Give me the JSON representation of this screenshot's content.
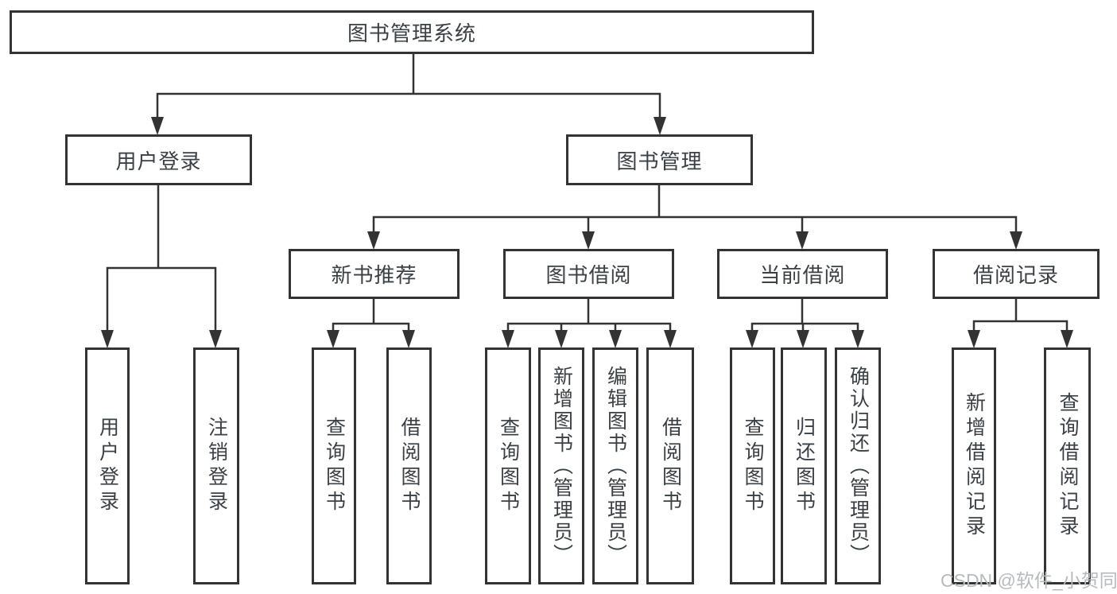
{
  "diagram": {
    "type": "tree-structure-chart",
    "title": "图书管理系统",
    "nodes": {
      "root": "图书管理系统",
      "user_login": "用户登录",
      "book_mgmt": "图书管理",
      "new_book_rec": "新书推荐",
      "book_borrow": "图书借阅",
      "current_borrow": "当前借阅",
      "borrow_records": "借阅记录",
      "leaf_user_login": "用户登录",
      "leaf_logout": "注销登录",
      "leaf_query_book_1": "查询图书",
      "leaf_borrow_book_1": "借阅图书",
      "leaf_query_book_2": "查询图书",
      "leaf_add_book": "新增图书（管理员）",
      "leaf_edit_book": "编辑图书（管理员）",
      "leaf_borrow_book_2": "借阅图书",
      "leaf_query_book_3": "查询图书",
      "leaf_return_book": "归还图书",
      "leaf_confirm_return": "确认归还（管理员）",
      "leaf_add_record": "新增借阅记录",
      "leaf_query_record": "查询借阅记录"
    },
    "hierarchy": {
      "图书管理系统": {
        "用户登录": [
          "用户登录",
          "注销登录"
        ],
        "图书管理": {
          "新书推荐": [
            "查询图书",
            "借阅图书"
          ],
          "图书借阅": [
            "查询图书",
            "新增图书（管理员）",
            "编辑图书（管理员）",
            "借阅图书"
          ],
          "当前借阅": [
            "查询图书",
            "归还图书",
            "确认归还（管理员）"
          ],
          "借阅记录": [
            "新增借阅记录",
            "查询借阅记录"
          ]
        }
      }
    },
    "colors": {
      "line": "#333333",
      "node_border": "#333333",
      "node_fill": "#ffffff",
      "text": "#3b4045",
      "watermark_text": "#b7babd",
      "background": "#ffffff"
    }
  },
  "watermark": "CSDN @软件_小贺同学"
}
